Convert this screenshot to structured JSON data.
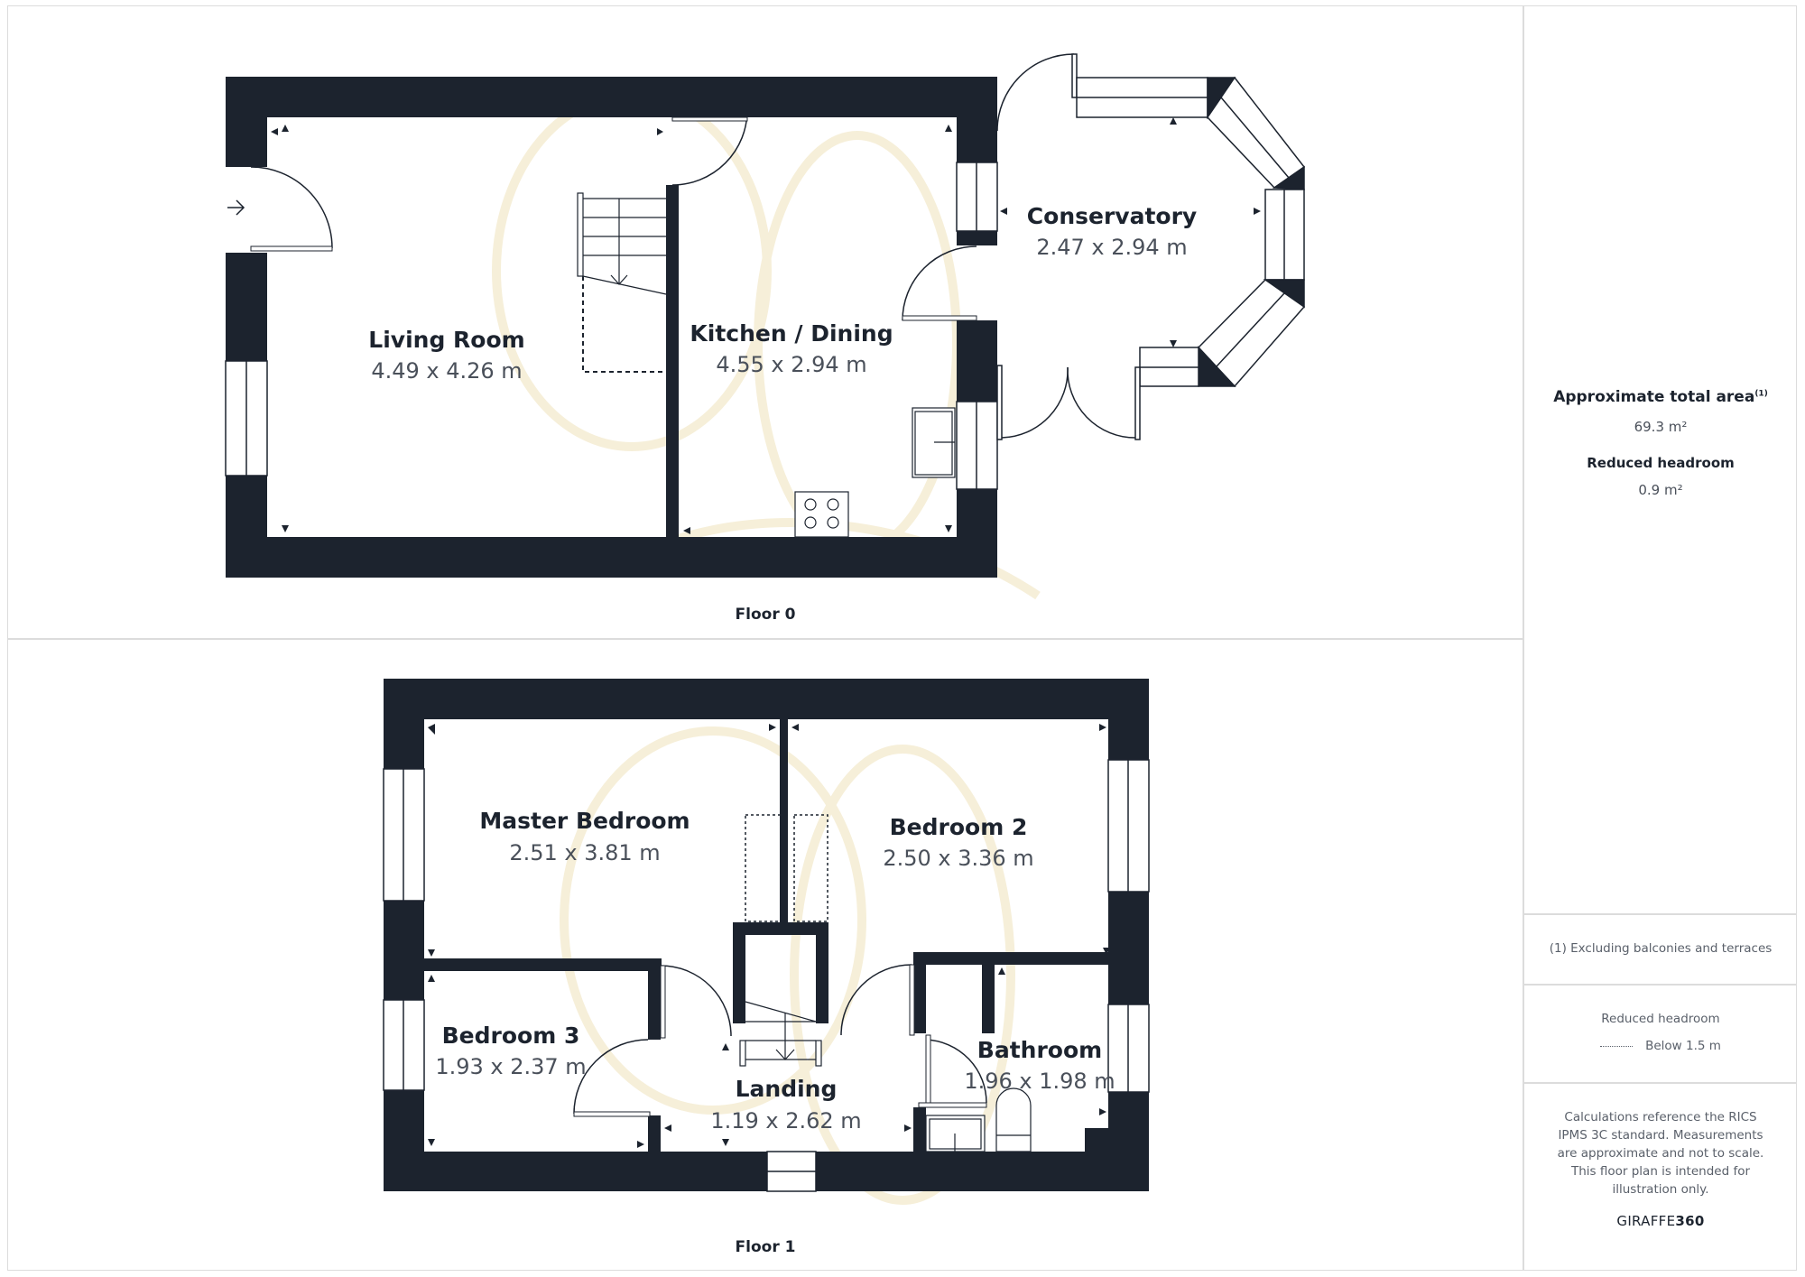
{
  "floors": [
    {
      "label": "Floor 0",
      "rooms": [
        {
          "name": "Living Room",
          "dims": "4.49 x 4.26 m"
        },
        {
          "name": "Kitchen / Dining",
          "dims": "4.55 x 2.94 m"
        },
        {
          "name": "Conservatory",
          "dims": "2.47 x 2.94 m"
        }
      ]
    },
    {
      "label": "Floor 1",
      "rooms": [
        {
          "name": "Master Bedroom",
          "dims": "2.51 x 3.81 m"
        },
        {
          "name": "Bedroom 2",
          "dims": "2.50 x 3.36 m"
        },
        {
          "name": "Bedroom 3",
          "dims": "1.93 x 2.37 m"
        },
        {
          "name": "Landing",
          "dims": "1.19 x 2.62 m"
        },
        {
          "name": "Bathroom",
          "dims": "1.96 x 1.98 m"
        }
      ]
    }
  ],
  "summary": {
    "total_area_label": "Approximate total area",
    "total_area_footnote_marker": "(1)",
    "total_area_value": "69.3 m²",
    "reduced_headroom_label": "Reduced headroom",
    "reduced_headroom_value": "0.9 m²"
  },
  "footnote": "(1) Excluding balconies and terraces",
  "legend": {
    "title": "Reduced headroom",
    "item_label": "Below 1.5 m",
    "item_icon": "dotted-line"
  },
  "disclaimer": "Calculations reference the RICS IPMS 3C standard. Measurements are approximate and not to scale. This floor plan is intended for illustration only.",
  "brand": {
    "prefix": "GIRAFFE",
    "suffix": "360"
  },
  "colors": {
    "wall": "#1c232e",
    "divider": "#dcdcdc",
    "text_secondary": "#4a505a",
    "watermark": "#f6efd9"
  }
}
